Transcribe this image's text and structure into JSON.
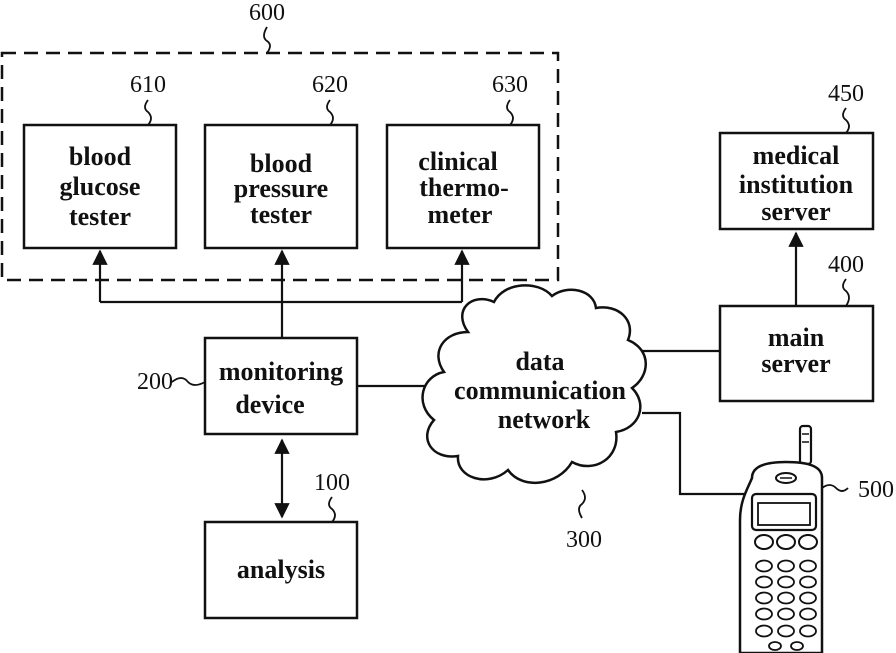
{
  "group": {
    "ref": "600"
  },
  "boxes": {
    "glucose": {
      "ref": "610",
      "lines": [
        "blood",
        "glucose",
        "tester"
      ]
    },
    "pressure": {
      "ref": "620",
      "lines": [
        "blood",
        "pressure",
        "tester"
      ]
    },
    "thermo": {
      "ref": "630",
      "lines": [
        "clinical",
        "thermo-",
        "meter"
      ]
    },
    "medical": {
      "ref": "450",
      "lines": [
        "medical",
        "institution",
        "server"
      ]
    },
    "main": {
      "ref": "400",
      "lines": [
        "main",
        "server"
      ]
    },
    "monitor": {
      "ref": "200",
      "lines": [
        "monitoring",
        "device"
      ]
    },
    "analysis": {
      "ref": "100",
      "lines": [
        "analysis"
      ]
    }
  },
  "network": {
    "ref": "300",
    "lines": [
      "data",
      "communication",
      "network"
    ]
  },
  "phone": {
    "ref": "500"
  }
}
